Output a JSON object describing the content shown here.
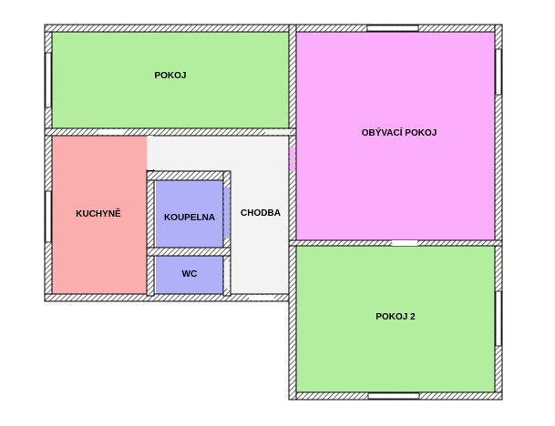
{
  "colors": {
    "wall": "#000000",
    "hatch": "#555555",
    "pokoj": "#b3ee9e",
    "obyvaci_pokoj": "#fcaefc",
    "kuchyne": "#fcaeae",
    "koupelna": "#b0b0f8",
    "wc": "#b0b0f8",
    "chodba": "#f3f3f3",
    "pokoj2": "#b3ee9e",
    "window": "#ffffff",
    "door": "#ffffff"
  },
  "rooms": {
    "pokoj": {
      "label": "POKOJ"
    },
    "obyvaci_pokoj": {
      "label": "OBÝVACÍ POKOJ"
    },
    "kuchyne": {
      "label": "KUCHYNĚ"
    },
    "koupelna": {
      "label": "KOUPELNA"
    },
    "chodba": {
      "label": "CHODBA"
    },
    "wc": {
      "label": "WC"
    },
    "pokoj2": {
      "label": "POKOJ 2"
    }
  }
}
